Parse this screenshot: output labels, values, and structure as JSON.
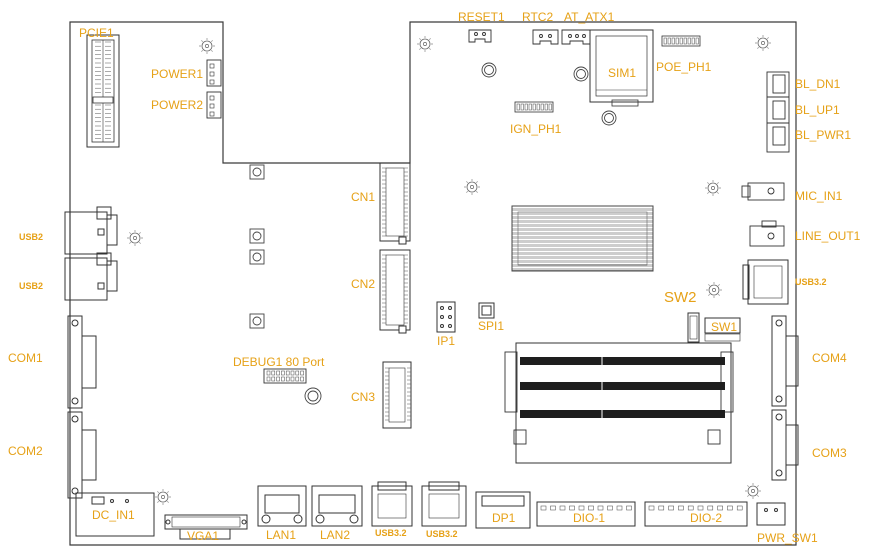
{
  "labels": {
    "pcie1": "PCIE1",
    "power1": "POWER1",
    "power2": "POWER2",
    "reset1": "RESET1",
    "rtc2": "RTC2",
    "at_atx1": "AT_ATX1",
    "sim1": "SIM1",
    "poe_ph1": "POE_PH1",
    "bl_dn1": "BL_DN1",
    "bl_up1": "BL_UP1",
    "bl_pwr1": "BL_PWR1",
    "ign_ph1": "IGN_PH1",
    "cn1": "CN1",
    "cn2": "CN2",
    "cn3": "CN3",
    "mic_in1": "MIC_IN1",
    "line_out1": "LINE_OUT1",
    "usb2_top": "USB2",
    "usb2_bottom": "USB2",
    "usb32_right": "USB3.2",
    "sw2": "SW2",
    "sw1": "SW1",
    "spi1": "SPI1",
    "ip1": "IP1",
    "com1": "COM1",
    "com2": "COM2",
    "com3": "COM3",
    "com4": "COM4",
    "debug1": "DEBUG1 80 Port",
    "dc_in1": "DC_IN1",
    "vga1": "VGA1",
    "lan1": "LAN1",
    "lan2": "LAN2",
    "usb32_bottom1": "USB3.2",
    "usb32_bottom2": "USB3.2",
    "dp1": "DP1",
    "dio1": "DIO-1",
    "dio2": "DIO-2",
    "pwr_sw1": "PWR_SW1"
  },
  "colors": {
    "label": "#e6a117",
    "outline": "#3a3a3a",
    "dimm": "#1e1e1e",
    "chip_hatch": "#8a8a8a"
  }
}
